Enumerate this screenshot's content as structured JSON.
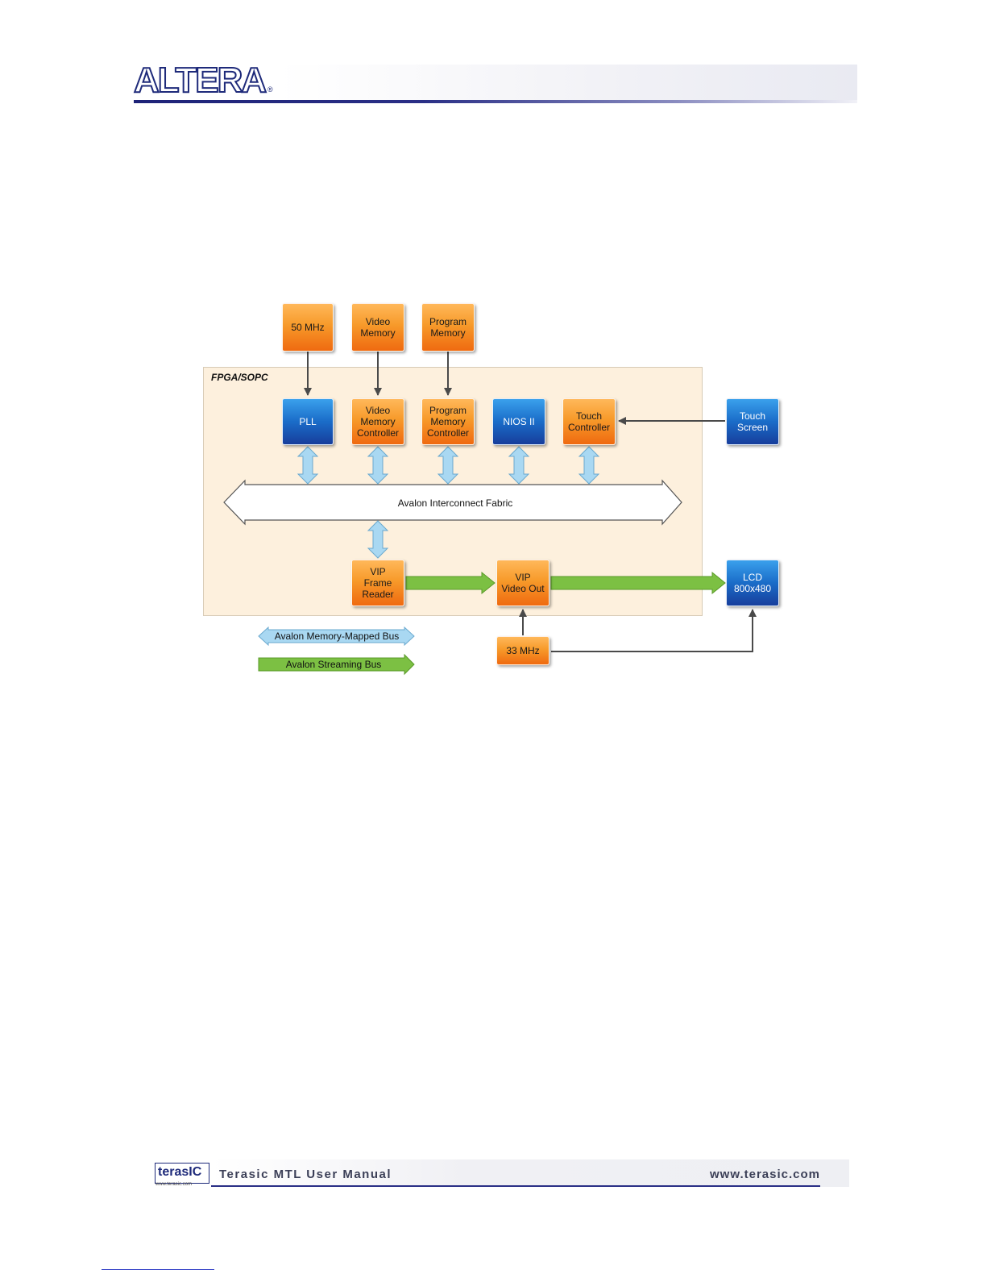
{
  "header": {
    "logo_text": "ALTERA",
    "logo_reg": "®"
  },
  "diagram": {
    "region_label": "FPGA/SOPC",
    "fabric_label": "Avalon Interconnect Fabric",
    "blocks": {
      "clk50": "50 MHz",
      "video_memory": "Video\nMemory",
      "program_memory": "Program\nMemory",
      "pll": "PLL",
      "video_memory_controller": "Video\nMemory\nController",
      "program_memory_controller": "Program\nMemory\nController",
      "nios": "NIOS II",
      "touch_controller": "Touch\nController",
      "touch_screen": "Touch\nScreen",
      "vip_frame_reader": "VIP\nFrame\nReader",
      "vip_video_out": "VIP\nVideo Out",
      "lcd": "LCD\n800x480",
      "clk33": "33 MHz"
    },
    "legend": {
      "memory_mapped": "Avalon Memory-Mapped Bus",
      "streaming": "Avalon Streaming Bus"
    },
    "colors": {
      "orange_block": "#f79a2a",
      "blue_block": "#1a6cc8",
      "memory_mapped_bus": "#a9d8f2",
      "streaming_bus": "#7cc043",
      "fpga_region": "#fdf0dd"
    }
  },
  "footer": {
    "logo_text": "terasIC",
    "logo_subtext": "www.terasic.com",
    "title": "Terasic MTL User Manual",
    "url": "www.terasic.com"
  }
}
